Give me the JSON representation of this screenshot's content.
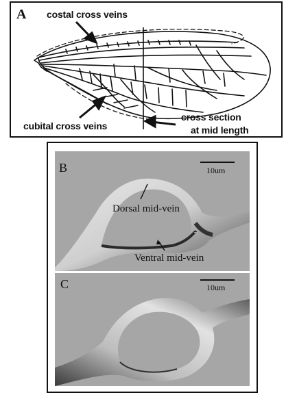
{
  "panel_a": {
    "letter": "A",
    "costal_label": "costal cross veins",
    "cubital_label": "cubital cross veins",
    "section_label_line1": "cross section",
    "section_label_line2": "at mid length"
  },
  "panel_b": {
    "letter": "B",
    "scale_label": "10um",
    "dorsal_label": "Dorsal mid-vein",
    "ventral_label": "Ventral mid-vein"
  },
  "panel_c": {
    "letter": "C",
    "scale_label": "10um"
  }
}
